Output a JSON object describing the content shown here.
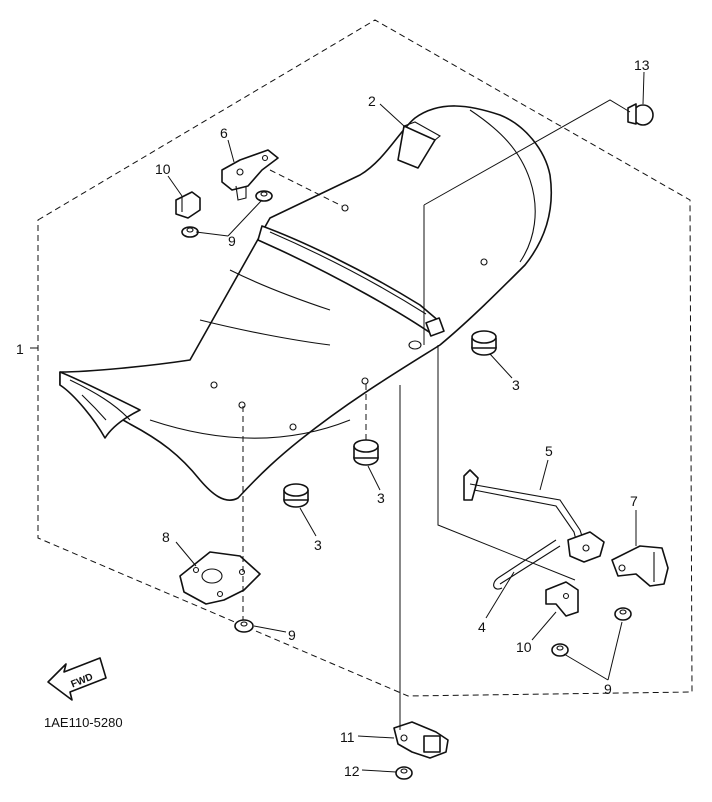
{
  "diagram": {
    "code": "1AE110-5280",
    "fwd_label": "FWD",
    "labels": {
      "p1": "1",
      "p2": "2",
      "p3a": "3",
      "p3b": "3",
      "p3c": "3",
      "p4": "4",
      "p5": "5",
      "p6": "6",
      "p7": "7",
      "p8": "8",
      "p9a": "9",
      "p9b": "9",
      "p9c": "9",
      "p10a": "10",
      "p10b": "10",
      "p11": "11",
      "p12": "12",
      "p13": "13"
    }
  }
}
